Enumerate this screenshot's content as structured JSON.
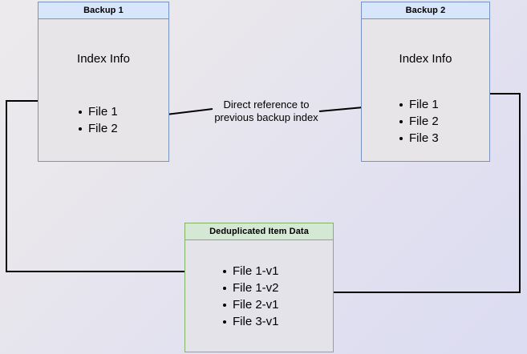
{
  "diagram": {
    "title_backup1": "Backup 1",
    "title_backup2": "Backup 2",
    "title_dedup": "Deduplicated Item Data",
    "index_label_1": "Index Info",
    "index_label_2": "Index Info",
    "backup1_items": [
      "File 1",
      "File 2"
    ],
    "backup2_items": [
      "File 1",
      "File 2",
      "File 3"
    ],
    "dedup_items": [
      "File 1-v1",
      "File 1-v2",
      "File 2-v1",
      "File 3-v1"
    ],
    "caption_line1": "Direct reference to",
    "caption_line2": "previous backup index",
    "colors": {
      "blue_border": "#7693c4",
      "blue_header": "#d8e6fb",
      "green_border": "#82b366",
      "green_header": "#d5e8d4",
      "box_fill": "#e7e5e7",
      "connector": "#000000"
    }
  }
}
